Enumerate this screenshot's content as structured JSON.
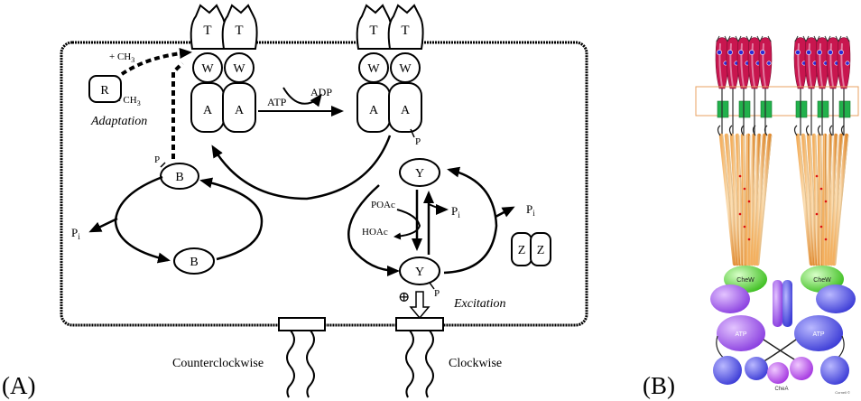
{
  "panel_labels": {
    "a": "(A)",
    "b": "(B)"
  },
  "receptor": {
    "t": "T",
    "w": "W",
    "a": "A",
    "p": "P"
  },
  "atp": "ATP",
  "adp": "ADP",
  "methyl": {
    "plus": "+ CH",
    "minus": "- CH",
    "sub": "3"
  },
  "r": "R",
  "adaptation": "Adaptation",
  "b": "B",
  "y": "Y",
  "z": "Z",
  "pi": {
    "p": "P",
    "i": "i"
  },
  "poac": "POAc",
  "hoac": "HOAc",
  "excitation": "Excitation",
  "plus_sign": "⊕",
  "counterclockwise": "Counterclockwise",
  "clockwise": "Clockwise",
  "panel_b": {
    "chew": "CheW",
    "atp": "ATP",
    "chea": "CheA",
    "credit": "Cornell ©"
  },
  "colors": {
    "ink": "#000000",
    "head_red": "#c8164f",
    "head_pink": "#e27aa0",
    "band_green": "#22b14c",
    "helix_orange": "#e9963d",
    "helix_tan": "#e2c08f",
    "chew_green": "#5fd640",
    "purple": "#9b4fe6",
    "blue": "#4d4ee8",
    "violet": "#b24be8"
  }
}
